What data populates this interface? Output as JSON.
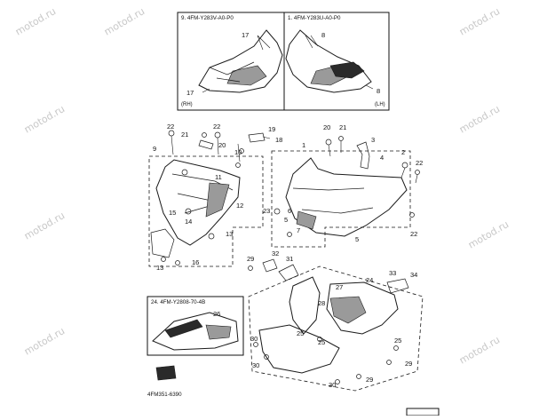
{
  "watermark": {
    "text": "motod.ru"
  },
  "inset_rh": {
    "title": "9. 4FM-Y283V-A0-P0",
    "side": "(RH)",
    "labels": [
      "17",
      "17"
    ]
  },
  "inset_lh": {
    "title": "1. 4FM-Y283U-A0-P0",
    "side": "(LH)",
    "labels": [
      "8",
      "8"
    ]
  },
  "decal_box": {
    "title": "24. 4FM-Y2808-70-4B",
    "label": "26"
  },
  "figure_code": "4FM351-6390",
  "callouts": {
    "c22a": "22",
    "c22b": "22",
    "c19": "19",
    "c18": "18",
    "c21a": "21",
    "c20a": "20",
    "c9": "9",
    "c10": "10",
    "c12": "12",
    "c11": "11",
    "c14": "14",
    "c15": "15",
    "c16": "16",
    "c13a": "13",
    "c13b": "13",
    "c1": "1",
    "c20b": "20",
    "c21b": "21",
    "c3": "3",
    "c4": "4",
    "c2": "2",
    "c22c": "22",
    "c22d": "22",
    "c6": "6",
    "c5a": "5",
    "c5b": "5",
    "c7": "7",
    "c23": "23",
    "c29a": "29",
    "c32": "32",
    "c31": "31",
    "c27": "27",
    "c24": "24",
    "c33": "33",
    "c34": "34",
    "c28": "28",
    "c25a": "25",
    "c25b": "25",
    "c25c": "25",
    "c30a": "30",
    "c30b": "30",
    "c29b": "29",
    "c29c": "29"
  }
}
